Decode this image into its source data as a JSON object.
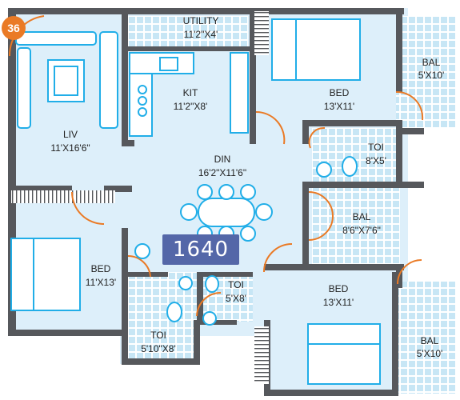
{
  "plan": {
    "unit_number": "36",
    "total_area": "1640",
    "colors": {
      "wall": "#56585c",
      "floor": "#ddeffa",
      "furniture": "#21aee8",
      "door": "#ea7a25",
      "tile": "#b9dff2",
      "badge": "#5467a8",
      "number_badge": "#ea7a25"
    },
    "rooms": [
      {
        "name": "UTILITY",
        "size": "11'2\"X4'"
      },
      {
        "name": "KIT",
        "size": "11'2\"X8'"
      },
      {
        "name": "BED",
        "size": "13'X11'"
      },
      {
        "name": "BAL",
        "size": "5'X10'"
      },
      {
        "name": "LIV",
        "size": "11'X16'6\""
      },
      {
        "name": "DIN",
        "size": "16'2\"X11'6\""
      },
      {
        "name": "TOI",
        "size": "8'X5'"
      },
      {
        "name": "BAL",
        "size": "8'6\"X7'6\""
      },
      {
        "name": "BED",
        "size": "11'X13'"
      },
      {
        "name": "TOI",
        "size": "5'X8'"
      },
      {
        "name": "BED",
        "size": "13'X11'"
      },
      {
        "name": "TOI",
        "size": "5'10\"X8'"
      },
      {
        "name": "BAL",
        "size": "5'X10'"
      }
    ]
  }
}
